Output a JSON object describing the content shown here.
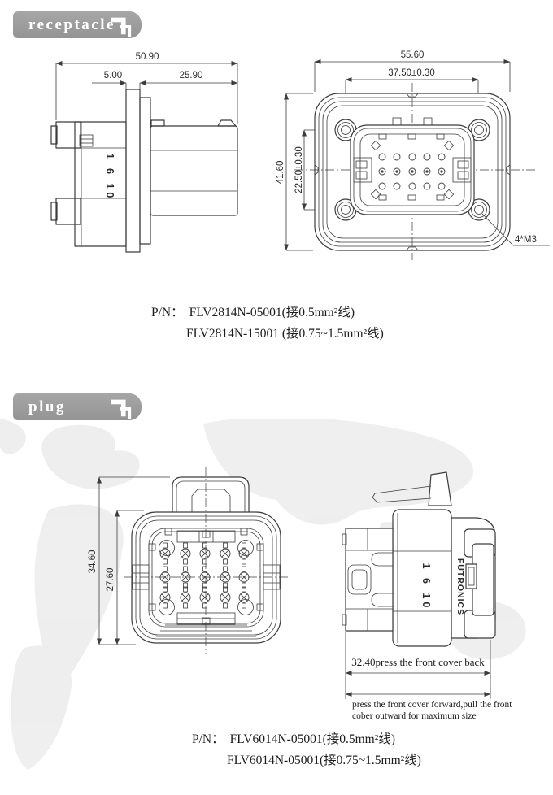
{
  "colors": {
    "line": "#3c3c3c",
    "banner": "#9b9b9b",
    "banner_text": "#ffffff",
    "watermark": "#ededed",
    "text": "#1c1c1c"
  },
  "receptacle": {
    "banner": {
      "label": "receptacle"
    },
    "side_view": {
      "dim_overall_width": "50.90",
      "dim_flange_thickness": "5.00",
      "dim_rear_depth": "25.90",
      "marking": "1 6 10"
    },
    "front_view": {
      "dim_overall_width": "55.60",
      "dim_mount_hole_span_h": "37.50±0.30",
      "dim_overall_height": "41.60",
      "dim_mount_hole_span_v": "22.50±0.30",
      "thread_note": "4*M3"
    },
    "pn": {
      "label": "P/N：",
      "line1": "FLV2814N-05001(接0.5mm²线)",
      "line2": "FLV2814N-15001 (接0.75~1.5mm²线)"
    }
  },
  "plug": {
    "banner": {
      "label": "plug"
    },
    "front_view": {
      "dim_overall_height": "34.60",
      "dim_inner_height": "27.60"
    },
    "side_view": {
      "marking": "1 6 10",
      "brand": "FUTRONICS",
      "dim_note": "32.40press the front cover back",
      "note_line1": "press the front cover forward,pull the front",
      "note_line2": "cober outward for maximum size"
    },
    "pn": {
      "label": "P/N：",
      "line1": "FLV6014N-05001(接0.5mm²线)",
      "line2": "FLV6014N-05001(接0.75~1.5mm²线)"
    }
  },
  "pin_grid_receptacle": {
    "cols": [
      130,
      148,
      167,
      185,
      203
    ],
    "rows": [
      135,
      153,
      171
    ],
    "r": 4,
    "dot": true
  },
  "pin_grid_plug": {
    "cols": [
      98,
      123,
      147,
      172,
      195
    ],
    "rows": [
      108,
      137,
      162
    ],
    "r": 6,
    "cross": true,
    "tabs": true
  }
}
